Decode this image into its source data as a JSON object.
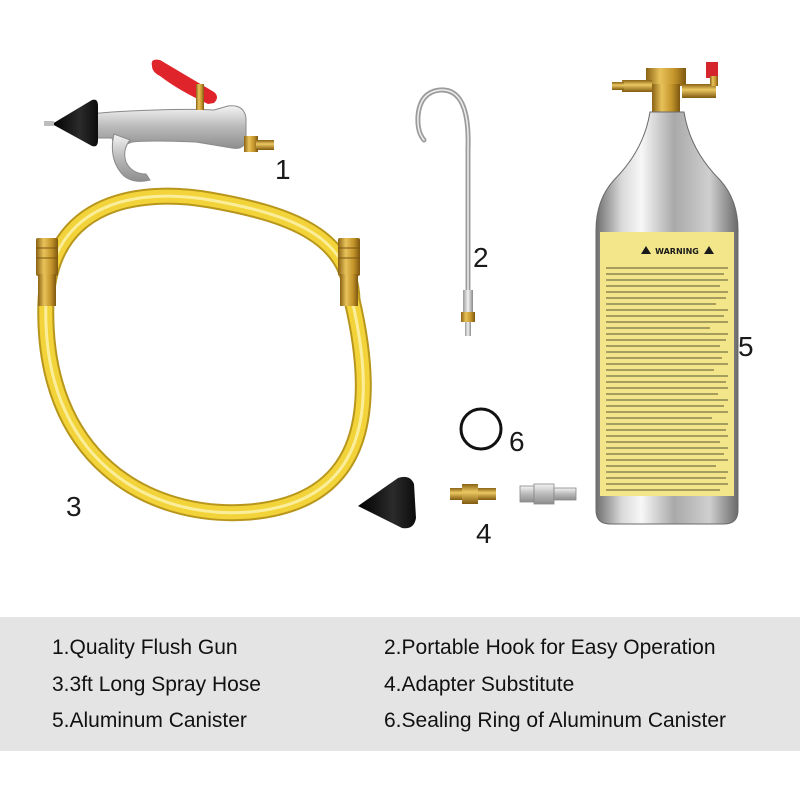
{
  "labels": {
    "gun": "1",
    "hook": "2",
    "hose": "3",
    "adapters": "4",
    "canister": "5",
    "ring": "6"
  },
  "canister_label": {
    "warning": "WARNING"
  },
  "captions": [
    "1.Quality Flush Gun",
    "2.Portable Hook for Easy Operation",
    "3.3ft Long Spray Hose",
    "4.Adapter Substitute",
    "5.Aluminum Canister",
    "6.Sealing Ring of Aluminum Canister"
  ],
  "colors": {
    "panel": "#e4e4e4",
    "hose": "#f2d33a",
    "brass": "#c99a2e",
    "trigger": "#e0242b",
    "label": "#f3e58a",
    "rubber": "#1c1c1c"
  }
}
